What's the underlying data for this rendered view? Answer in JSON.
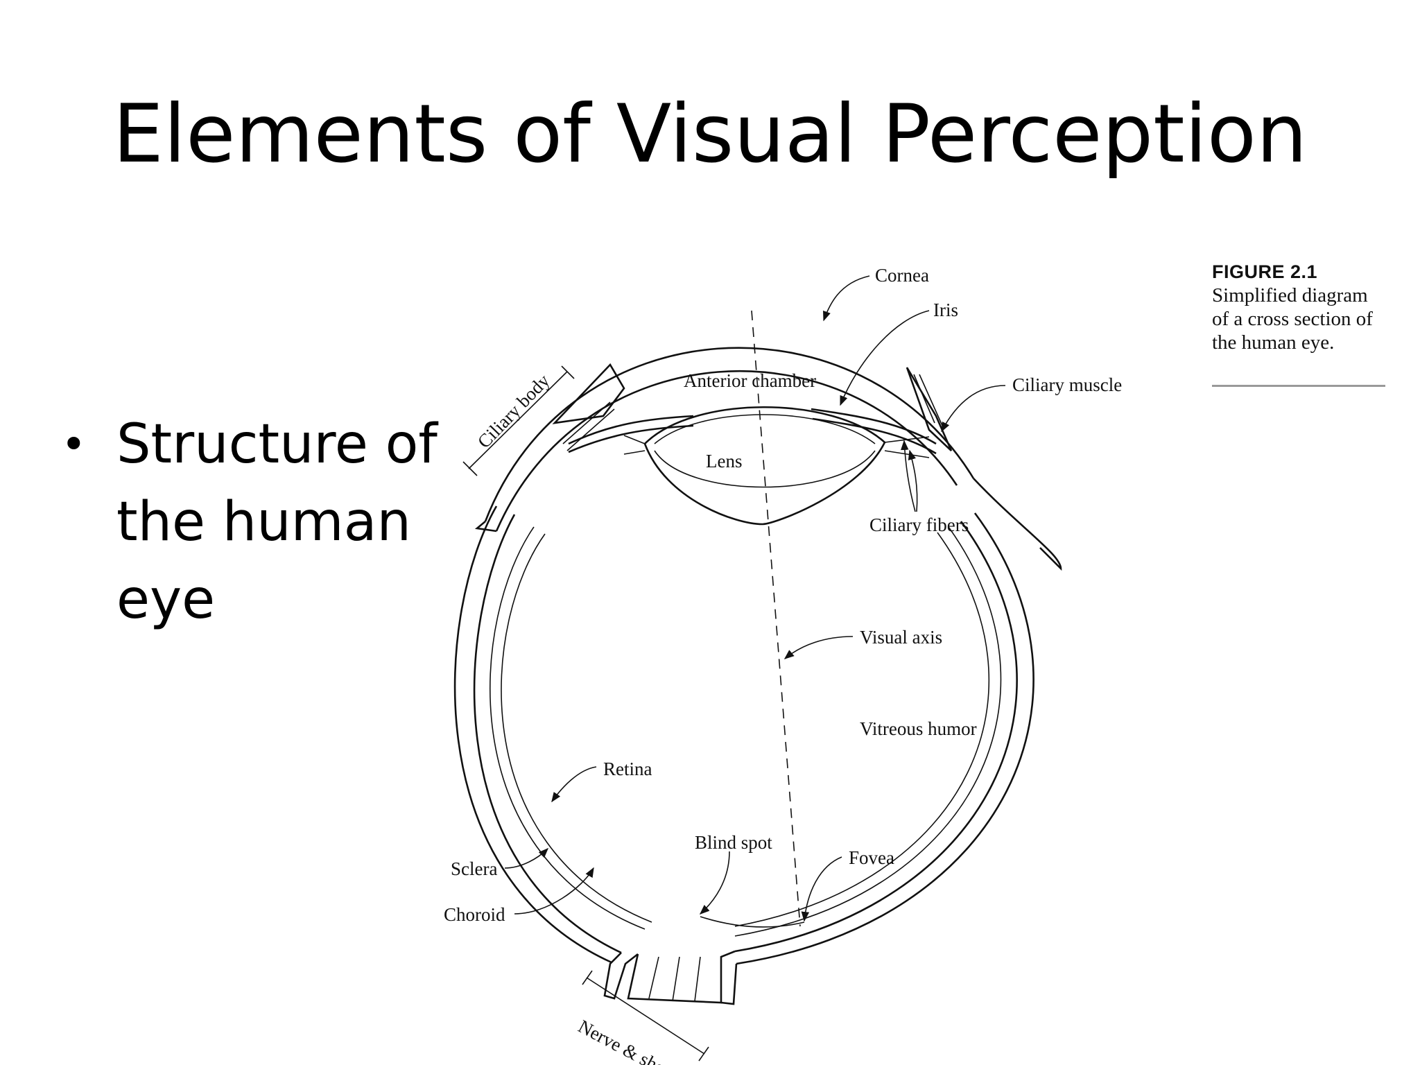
{
  "slide": {
    "title": "Elements of Visual Perception",
    "bullet_marker": "•",
    "bullet": "Structure of the human eye"
  },
  "figure": {
    "label": "FIGURE 2.1",
    "caption": "Simplified diagram of a cross section of the human eye."
  },
  "diagram": {
    "labels": {
      "cornea": "Cornea",
      "iris": "Iris",
      "ciliary_muscle": "Ciliary muscle",
      "ciliary_body": "Ciliary body",
      "anterior_chamber": "Anterior chamber",
      "lens": "Lens",
      "ciliary_fibers": "Ciliary fibers",
      "visual_axis": "Visual axis",
      "vitreous_humor": "Vitreous humor",
      "retina": "Retina",
      "blind_spot": "Blind spot",
      "fovea": "Fovea",
      "sclera": "Sclera",
      "choroid": "Choroid",
      "nerve_sheath": "Nerve & sheath"
    }
  }
}
